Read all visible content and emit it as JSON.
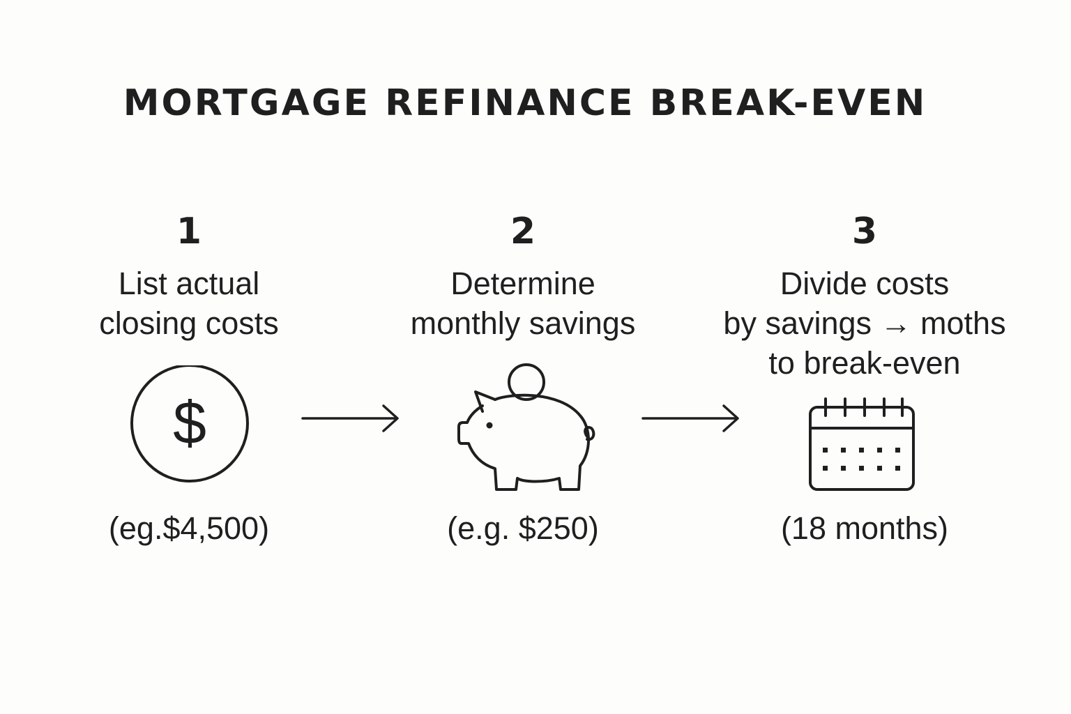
{
  "title": "MORTGAGE REFINANCE BREAK-EVEN",
  "steps": [
    {
      "number": "1",
      "lines": [
        "List actual",
        "closing costs"
      ],
      "example": "(eg.$4,500)",
      "icon": "dollar-coin-icon"
    },
    {
      "number": "2",
      "lines": [
        "Determine",
        "monthly savings"
      ],
      "example": "(e.g. $250)",
      "icon": "piggy-bank-icon"
    },
    {
      "number": "3",
      "lines": [
        "Divide costs",
        "by savings → moths",
        "to break-even"
      ],
      "example": "(18 months)",
      "icon": "calendar-icon"
    }
  ],
  "colors": {
    "background": "#fdfdfb",
    "ink": "#1f1f1f"
  }
}
